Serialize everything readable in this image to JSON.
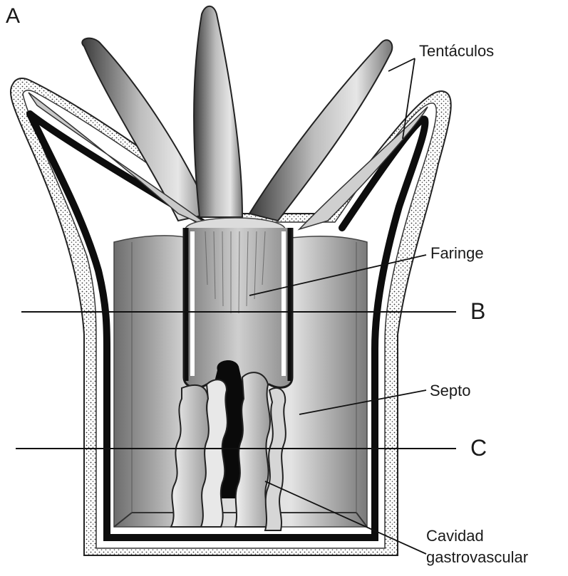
{
  "figure": {
    "panel_letter": "A",
    "labels": {
      "tentacles": "Tentáculos",
      "pharynx": "Faringe",
      "septum": "Septo",
      "cavity_line1": "Cavidad",
      "cavity_line2": "gastrovascular"
    },
    "section_markers": {
      "b": "B",
      "c": "C"
    }
  }
}
